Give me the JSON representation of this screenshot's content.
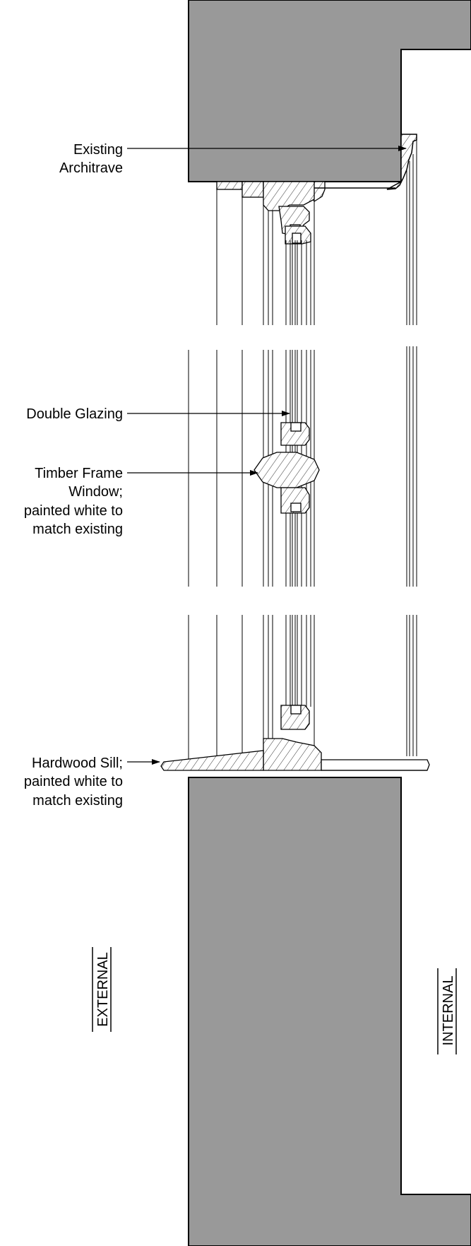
{
  "labels": {
    "architrave": [
      "Existing",
      "Architrave"
    ],
    "double_glazing": [
      "Double Glazing"
    ],
    "timber_frame": [
      "Timber Frame",
      "Window;",
      "painted white to",
      "match existing"
    ],
    "sill": [
      "Hardwood Sill;",
      "painted white to",
      "match existing"
    ],
    "external": "EXTERNAL",
    "internal": "INTERNAL"
  },
  "colors": {
    "masonry": "#999999",
    "line": "#000000",
    "timber_fill": "#ffffff",
    "background": "#ffffff"
  }
}
